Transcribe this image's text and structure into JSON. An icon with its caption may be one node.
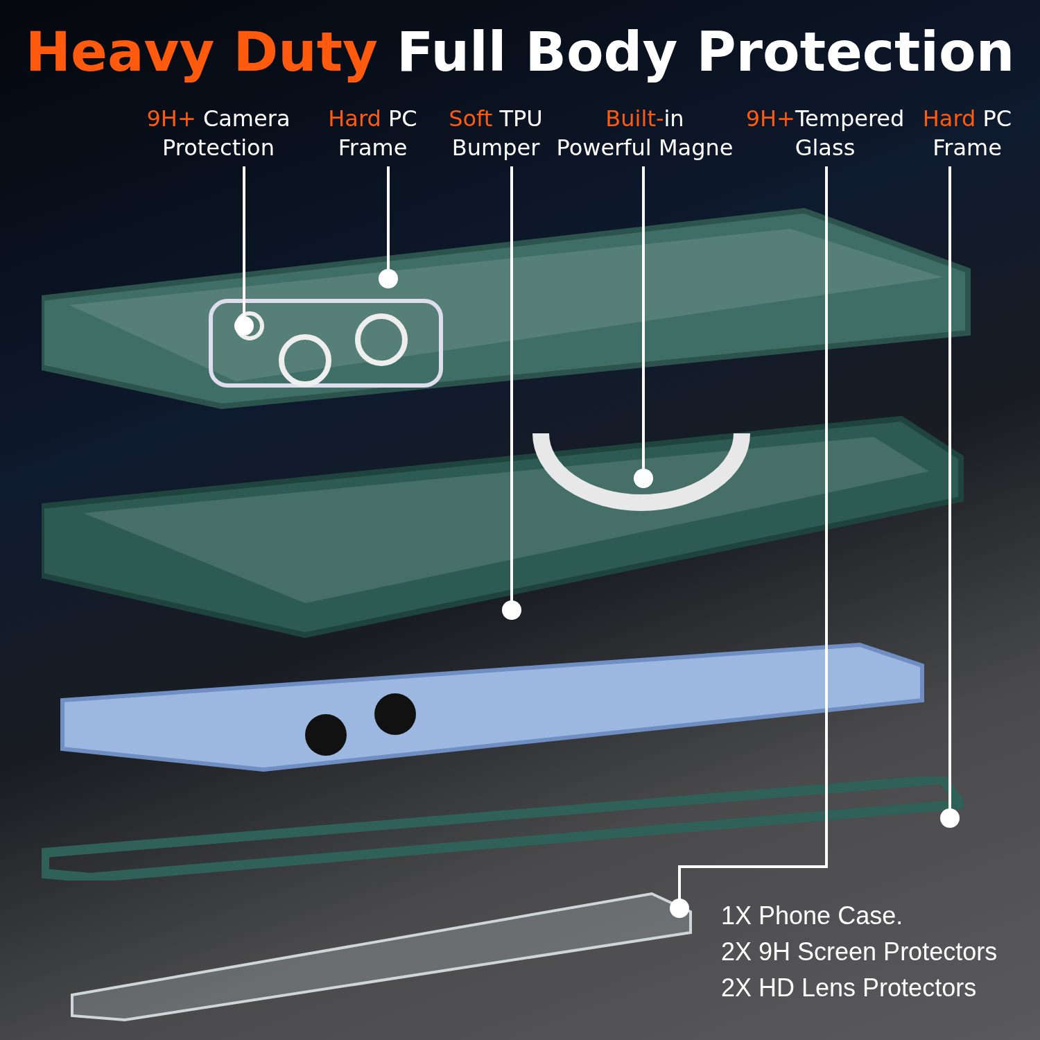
{
  "diagram": {
    "title": "**Heavy Duty** Full Body Protection",
    "nodes": [
      {
        "text": [
          "**9H+** Camera Protection"
        ]
      },
      {
        "text": [
          "**Hard** PC Frame"
        ]
      },
      {
        "text": [
          "**Soft** TPU Bumper"
        ]
      },
      {
        "text": [
          "**Built-**in Powerful Magne"
        ]
      },
      {
        "text": [
          "**9H+**Tempered Glass"
        ]
      },
      {
        "text": [
          "**Hard** PC Frame"
        ]
      },
      {
        "text": [],
        "shape": "picture"
      },
      {
        "text": [],
        "shape": "picture",
        "in": 6
      },
      {
        "text": [],
        "shape": "picture"
      },
      {
        "text": [],
        "shape": "picture",
        "in": 8
      },
      {
        "text": [],
        "shape": "picture"
      },
      {
        "text": [],
        "shape": "picture"
      }
    ],
    "edges": [
      {
        "from": 0,
        "to": 7,
        "arrow": "other"
      },
      {
        "from": 1,
        "to": 6,
        "arrow": "other"
      },
      {
        "from": 2,
        "to": 8,
        "arrow": "other"
      },
      {
        "from": 3,
        "to": 9,
        "arrow": "other"
      },
      {
        "from": 4,
        "to": 11,
        "arrow": "other"
      },
      {
        "from": 5,
        "to": 10,
        "arrow": "other"
      }
    ],
    "labels": [
      "1X Phone Case.",
      "2X 9H Screen Protectors",
      "2X HD Lens Protectors"
    ]
  }
}
